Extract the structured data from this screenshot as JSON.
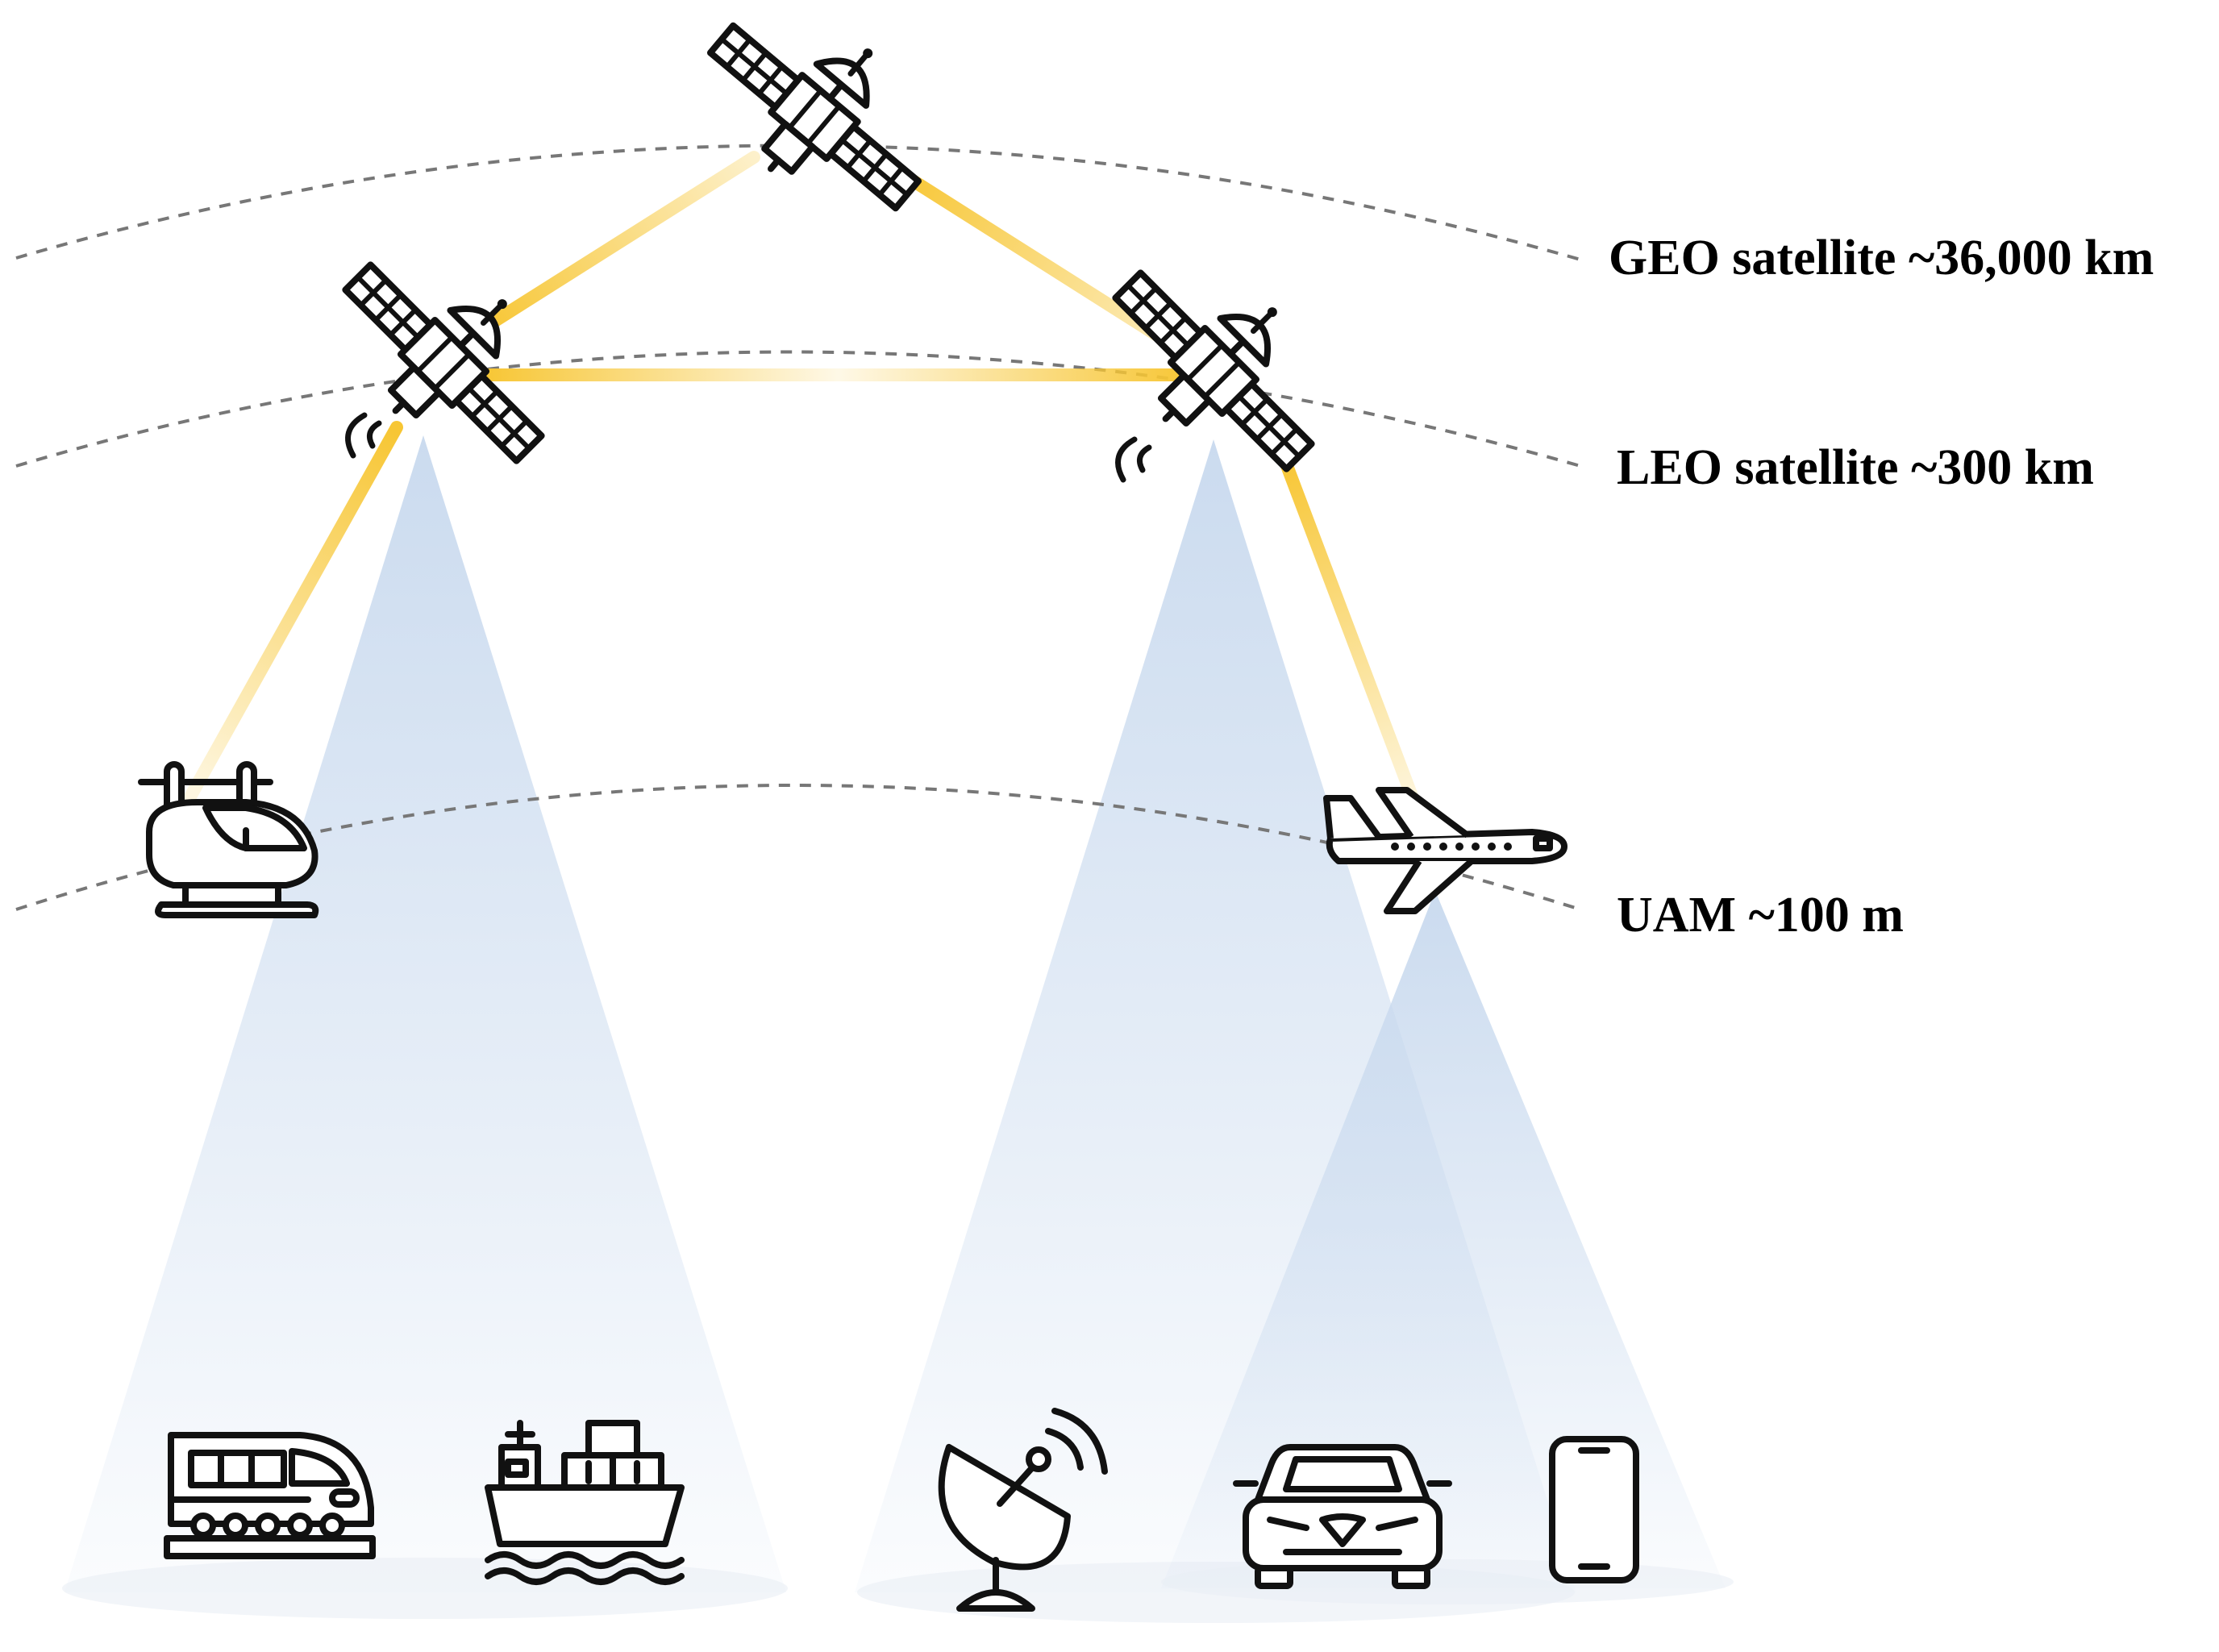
{
  "colors": {
    "link": "#F7C634",
    "beam": "#C8D9EE",
    "orbit_line": "#777777",
    "label_text": "#000000"
  },
  "orbit_labels": {
    "geo": "GEO satellite ~36,000 km",
    "leo": "LEO satellite ~300 km",
    "uam": "UAM ~100 m"
  },
  "icons": {
    "geo_satellite": "satellite-icon",
    "leo_satellite_left": "satellite-icon",
    "leo_satellite_right": "satellite-icon",
    "air_taxi": "air-taxi-icon",
    "airplane": "airplane-icon",
    "train": "train-icon",
    "ship": "cargo-ship-icon",
    "ground_station": "satellite-dish-icon",
    "car": "car-icon",
    "phone": "smartphone-icon"
  }
}
